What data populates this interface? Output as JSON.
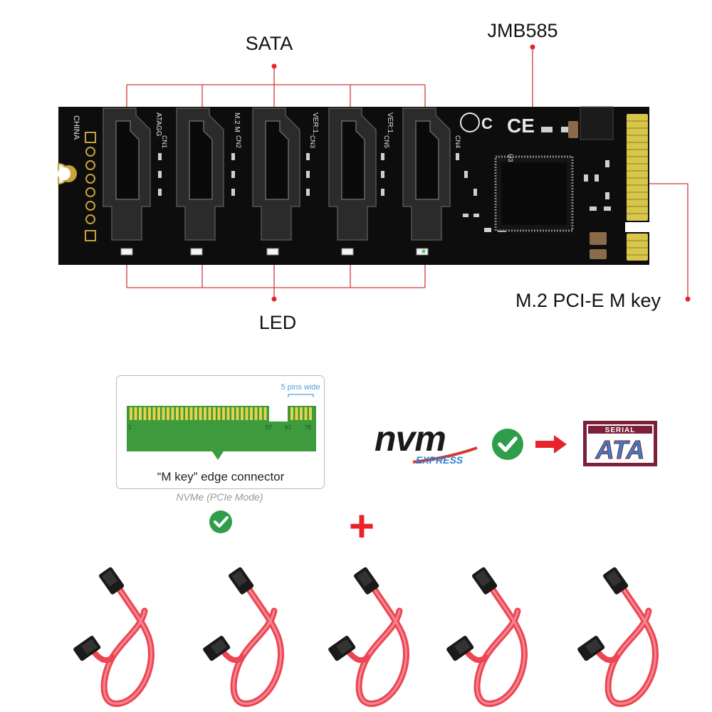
{
  "callouts": {
    "sata": "SATA",
    "chip": "JMB585",
    "led": "LED",
    "mkey": "M.2 PCI-E M key"
  },
  "board": {
    "silkscreen_left": "CHINA",
    "silkscreen_mid1": "ATAGG",
    "silkscreen_mid2": "M.2 M",
    "silkscreen_mid3": "VER:1.",
    "silkscreen_mid4": "VER:1.",
    "connector_labels": [
      "CN1",
      "CN2",
      "CN3",
      "CN5",
      "CN4"
    ],
    "chip_label": "U3"
  },
  "mkey_diagram": {
    "pins_note": "5 pins wide",
    "pin_1": "1",
    "pin_57": "57",
    "pin_67": "67",
    "pin_75": "75",
    "caption": "“M key” edge connector",
    "mode_note": "NVMe (PCIe Mode)"
  },
  "logos": {
    "nvm": "nvm",
    "express": "EXPRESS",
    "serial": "SERIAL",
    "ata": "ATA"
  },
  "plus_sign": "+",
  "colors": {
    "accent_red": "#e8232b",
    "check_green": "#2e9e4a",
    "pcb_black": "#0d0d0d",
    "gold": "#d8c64a",
    "cable_red": "#ec4553"
  }
}
